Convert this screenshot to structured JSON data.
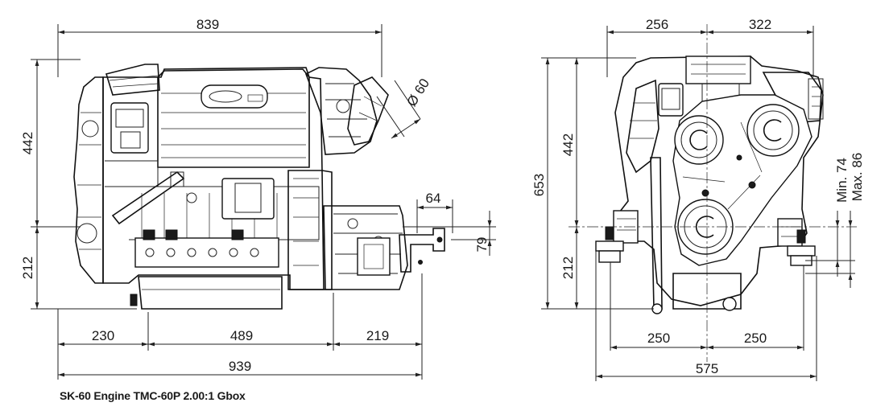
{
  "side_view": {
    "top_length": "839",
    "left_upper_height": "442",
    "left_lower_height": "212",
    "pipe_diameter": "Ø 60",
    "shaft_offset_h": "64",
    "shaft_offset_v": "79",
    "bottom_seg_1": "230",
    "bottom_seg_2": "489",
    "bottom_seg_3": "219",
    "overall_length": "939"
  },
  "front_view": {
    "top_left_width": "256",
    "top_right_width": "322",
    "total_height": "653",
    "upper_height": "442",
    "lower_height": "212",
    "mount_min": "Min. 74",
    "mount_max": "Max. 86",
    "bottom_left": "250",
    "bottom_right": "250",
    "overall_width": "575"
  },
  "caption": "SK-60 Engine TMC-60P 2.00:1 Gbox"
}
